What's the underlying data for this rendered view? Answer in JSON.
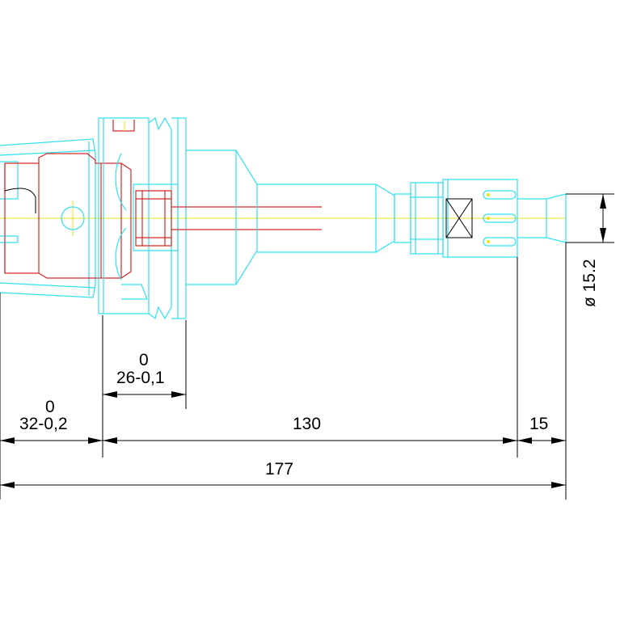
{
  "dimensions": {
    "d1": {
      "value": "32-0,2",
      "tol_upper": "0"
    },
    "d2": {
      "value": "26-0,1",
      "tol_upper": "0"
    },
    "d3": {
      "value": "130"
    },
    "d4": {
      "value": "15"
    },
    "d5": {
      "value": "177"
    },
    "d6": {
      "value": "ø 15.2"
    }
  },
  "colors": {
    "outline": "#33e0f0",
    "hidden_parts": "#d42a2a",
    "centerline": "#e9e21e",
    "dimension": "#000000"
  }
}
